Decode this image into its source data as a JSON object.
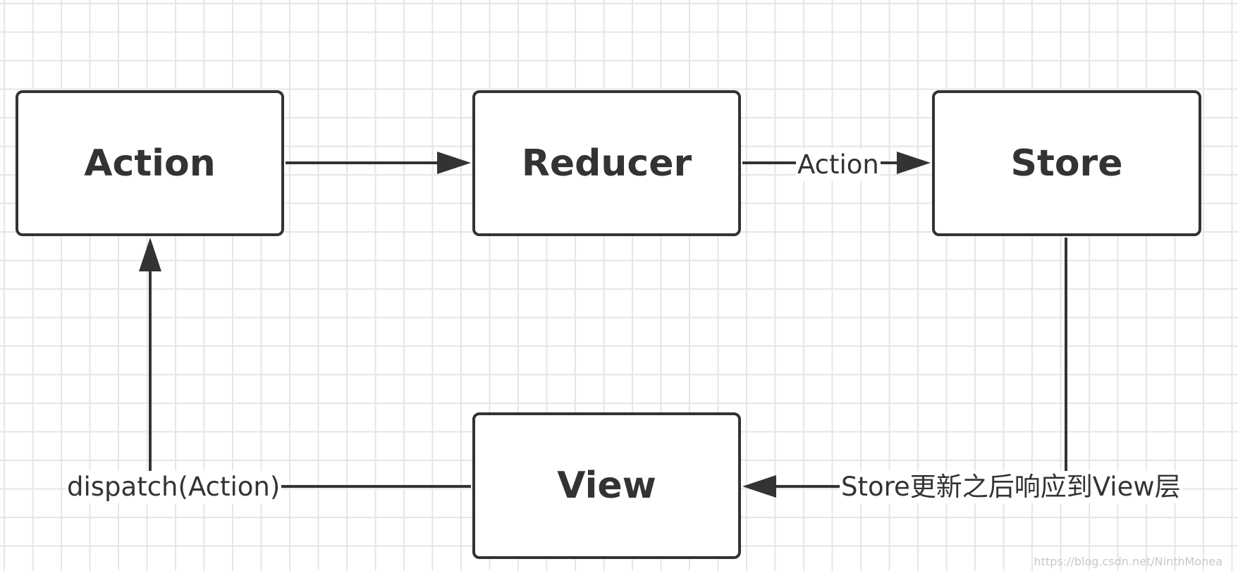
{
  "nodes": {
    "action": "Action",
    "reducer": "Reducer",
    "store": "Store",
    "view": "View"
  },
  "edges": {
    "reducer_to_store": "Action",
    "view_to_action": "dispatch(Action)",
    "store_to_view": "Store更新之后响应到View层"
  },
  "watermark": "https://blog.csdn.net/NinthMonea",
  "colors": {
    "stroke": "#333333",
    "grid": "#e6e6e6",
    "background": "#ffffff"
  }
}
